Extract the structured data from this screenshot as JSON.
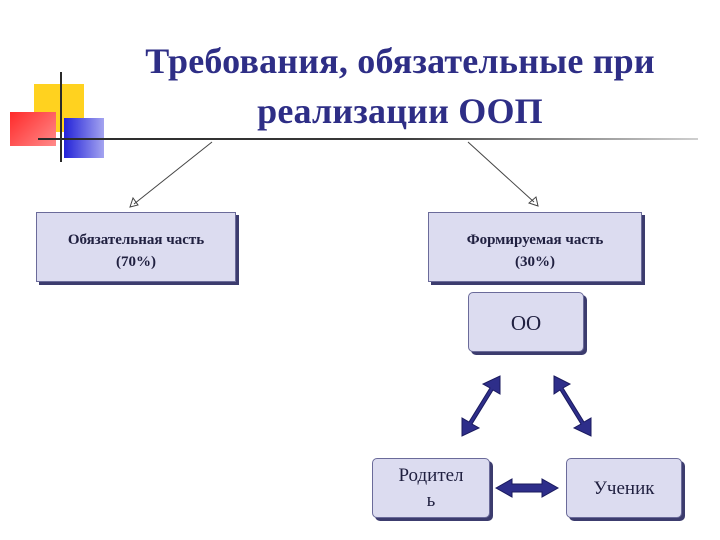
{
  "title": {
    "line1": "Требования, обязательные при",
    "line2": "реализации ООП"
  },
  "boxes": {
    "mandatory_part": {
      "line1": "Обязательная часть",
      "line2": "(70%)"
    },
    "formed_part": {
      "line1": "Формируемая часть",
      "line2": "(30%)"
    },
    "oo": "ОО",
    "parent": {
      "line1": "Родител",
      "line2": "ь"
    },
    "student": "Ученик"
  },
  "colors": {
    "title": "#2e2e86",
    "box_fill": "#dcdcf0",
    "arrow_fill": "#2e2e8a",
    "deco_yellow": "#ffd21f",
    "deco_red": "#ff3a3a",
    "deco_blue": "#3a3ae0"
  }
}
